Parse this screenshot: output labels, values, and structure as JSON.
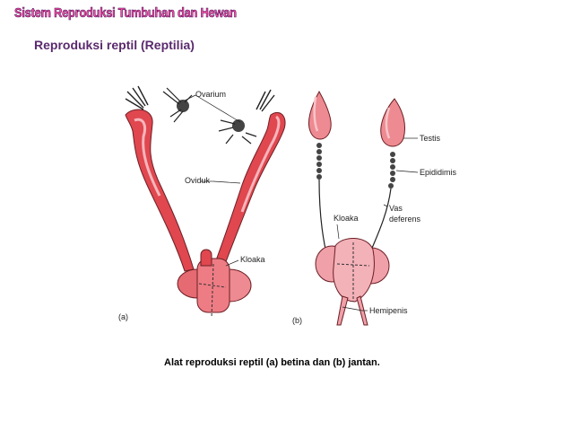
{
  "header": {
    "title": "Sistem Reproduksi Tumbuhan dan Hewan"
  },
  "slide": {
    "title": "Reproduksi reptil (Reptilia)",
    "caption": "Alat reproduksi reptil (a) betina dan (b) jantan."
  },
  "figure": {
    "labels": {
      "ovarium": "Ovarium",
      "oviduk": "Oviduk",
      "kloaka_a": "Kloaka",
      "panel_a": "(a)",
      "testis": "Testis",
      "epididimis": "Epididimis",
      "vas": "Vas",
      "deferens": "deferens",
      "kloaka_b": "Kloaka",
      "hemipenis": "Hemipenis",
      "panel_b": "(b)"
    },
    "colors": {
      "organ_red": "#e0474f",
      "organ_pink": "#f0a0a8",
      "outline": "#6b1f25"
    }
  }
}
